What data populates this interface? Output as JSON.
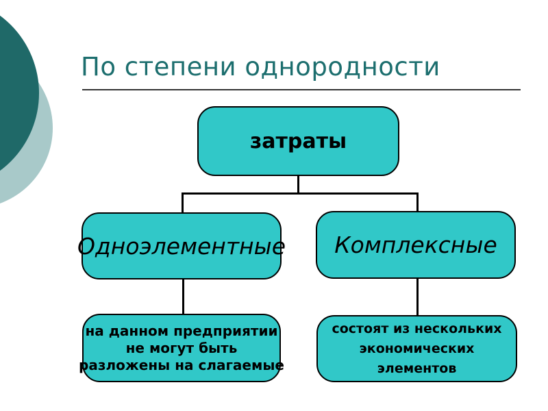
{
  "slide": {
    "title": "По степени однородности",
    "colors": {
      "background": "#ffffff",
      "title_text": "#1c6e6e",
      "rule": "#333333",
      "dark_circle": "#1f6968",
      "pale_circle": "#a8c9c9",
      "node_fill": "#31c8c8",
      "node_border": "#000000",
      "connector": "#000000"
    }
  },
  "diagram": {
    "root": {
      "label": "затраты"
    },
    "level2": [
      {
        "label": "Одноэлементные"
      },
      {
        "label": "Комплексные"
      }
    ],
    "level3": [
      {
        "lines": [
          "на данном предприятии",
          "не могут быть",
          "разложены на слагаемые"
        ]
      },
      {
        "lines": [
          "состоят из нескольких",
          "экономических",
          "элементов"
        ]
      }
    ]
  }
}
